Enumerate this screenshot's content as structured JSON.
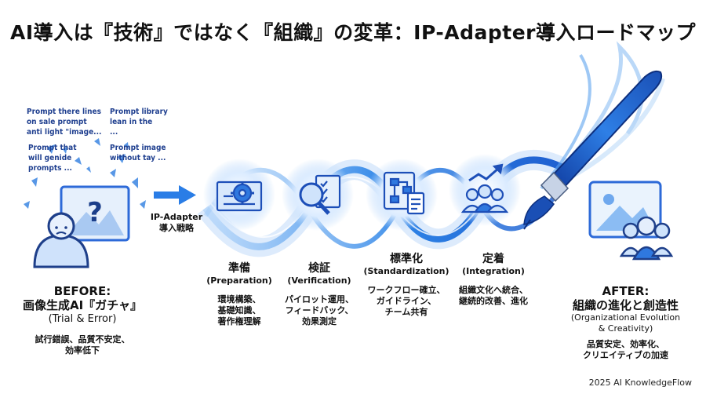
{
  "title": "AI導入は『技術』ではなく『組織』の変革：IP-Adapter導入ロードマップ",
  "scattered_prompts": [
    [
      "Prompt there lines",
      "on sale prompt",
      "anti light \"image..."
    ],
    [
      "Prompt library",
      "lean in the",
      "..."
    ],
    [
      "Prompt that",
      "will genide",
      "prompts ..."
    ],
    [
      "Prompt image",
      "without tay ..."
    ]
  ],
  "arrow_label": [
    "IP-Adapter",
    "導入戦略"
  ],
  "before": {
    "heading": "BEFORE:",
    "subheading": "画像生成AI『ガチャ』",
    "english": "(Trial & Error)",
    "body": [
      "試行錯誤、品質不安定、",
      "効率低下"
    ]
  },
  "stages": [
    {
      "icon": "blueprint-gear-icon",
      "jp": "準備",
      "en": "(Preparation)",
      "body": [
        "環境構築、",
        "基礎知識、",
        "著作権理解"
      ]
    },
    {
      "icon": "magnifier-checklist-icon",
      "jp": "検証",
      "en": "(Verification)",
      "body": [
        "パイロット運用、",
        "フィードバック、",
        "効果測定"
      ]
    },
    {
      "icon": "workflow-document-icon",
      "jp": "標準化",
      "en": "(Standardization)",
      "body": [
        "ワークフロー確立、",
        "ガイドライン、",
        "チーム共有"
      ]
    },
    {
      "icon": "team-growth-icon",
      "jp": "定着",
      "en": "(Integration)",
      "body": [
        "組織文化へ統合、",
        "継続的改善、進化"
      ]
    }
  ],
  "after": {
    "heading": "AFTER:",
    "subheading": "組織の進化と創造性",
    "english": [
      "(Organizational Evolution",
      "& Creativity)"
    ],
    "body": [
      "品質安定、効率化、",
      "クリエイティブの加速"
    ]
  },
  "footer": "2025 AI KnowledgeFlow",
  "colors": {
    "accent": "#1e6fd9",
    "accent_light": "#7fb7f5",
    "text": "#111111"
  }
}
